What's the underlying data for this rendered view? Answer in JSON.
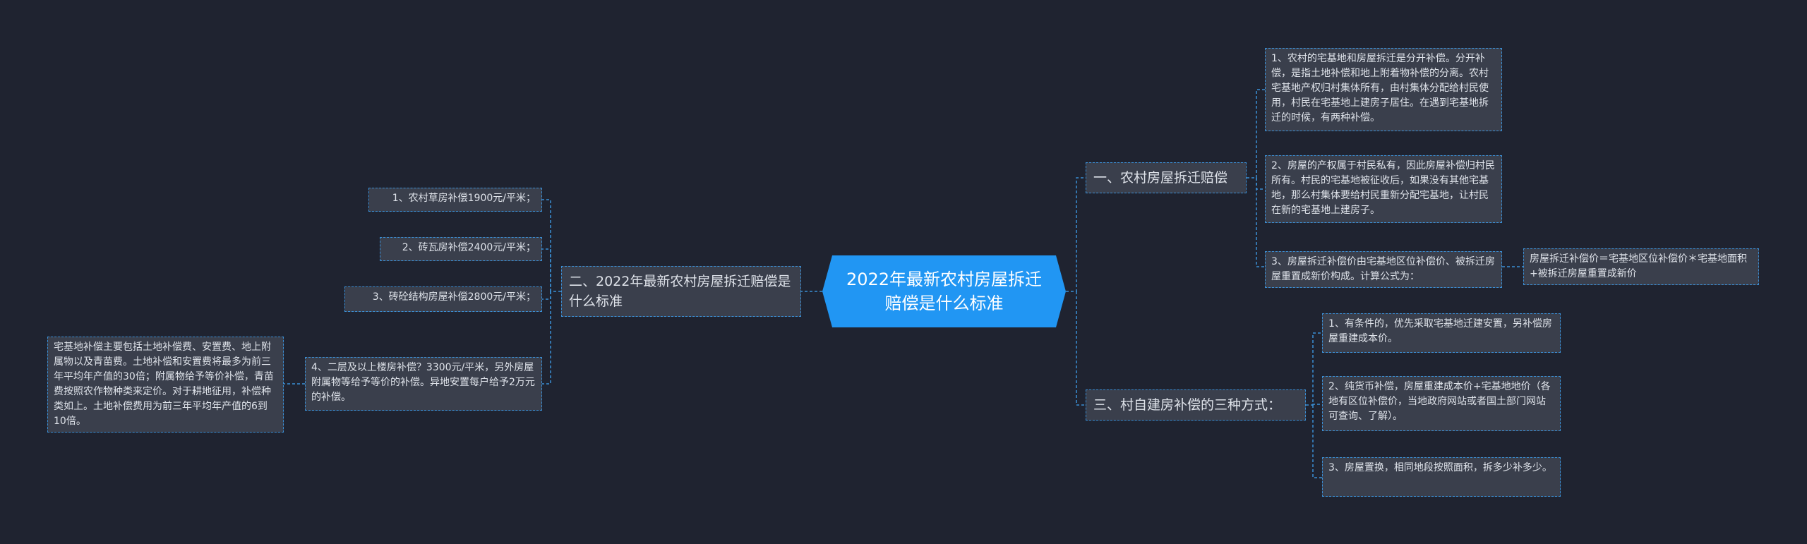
{
  "root": "2022年最新农村房屋拆迁赔偿是什么标准",
  "right": {
    "b1": {
      "label": "一、农村房屋拆迁赔偿",
      "items": [
        "1、农村的宅基地和房屋拆迁是分开补偿。分开补偿，是指土地补偿和地上附着物补偿的分离。农村宅基地产权归村集体所有，由村集体分配给村民使用，村民在宅基地上建房子居住。在遇到宅基地拆迁的时候，有两种补偿。",
        "2、房屋的产权属于村民私有，因此房屋补偿归村民所有。村民的宅基地被征收后，如果没有其他宅基地，那么村集体要给村民重新分配宅基地，让村民在新的宅基地上建房子。",
        "3、房屋拆迁补偿价由宅基地区位补偿价、被拆迁房屋重置成新价构成。计算公式为："
      ],
      "formula": "房屋拆迁补偿价＝宅基地区位补偿价＊宅基地面积+被拆迁房屋重置成新价"
    },
    "b3": {
      "label": "三、村自建房补偿的三种方式：",
      "items": [
        "1、有条件的，优先采取宅基地迁建安置，另补偿房屋重建成本价。",
        "2、纯货币补偿，房屋重建成本价+宅基地地价（各地有区位补偿价，当地政府网站或者国土部门网站可查询、了解）。",
        "3、房屋置换，相同地段按照面积，拆多少补多少。"
      ]
    }
  },
  "left": {
    "b2": {
      "label": "二、2022年最新农村房屋拆迁赔偿是什么标准",
      "items": [
        "1、农村草房补偿1900元/平米；",
        "2、砖瓦房补偿2400元/平米；",
        "3、砖砼结构房屋补偿2800元/平米；",
        "4、二层及以上楼房补偿？3300元/平米，另外房屋附属物等给予等价的补偿。异地安置每户给予2万元的补偿。"
      ],
      "note": "宅基地补偿主要包括土地补偿费、安置费、地上附属物以及青苗费。土地补偿和安置费将最多为前三年平均年产值的30倍；附属物给予等价补偿，青苗费按照农作物种类来定价。对于耕地征用，补偿种类如上。土地补偿费用为前三年平均年产值的6到10倍。"
    }
  }
}
